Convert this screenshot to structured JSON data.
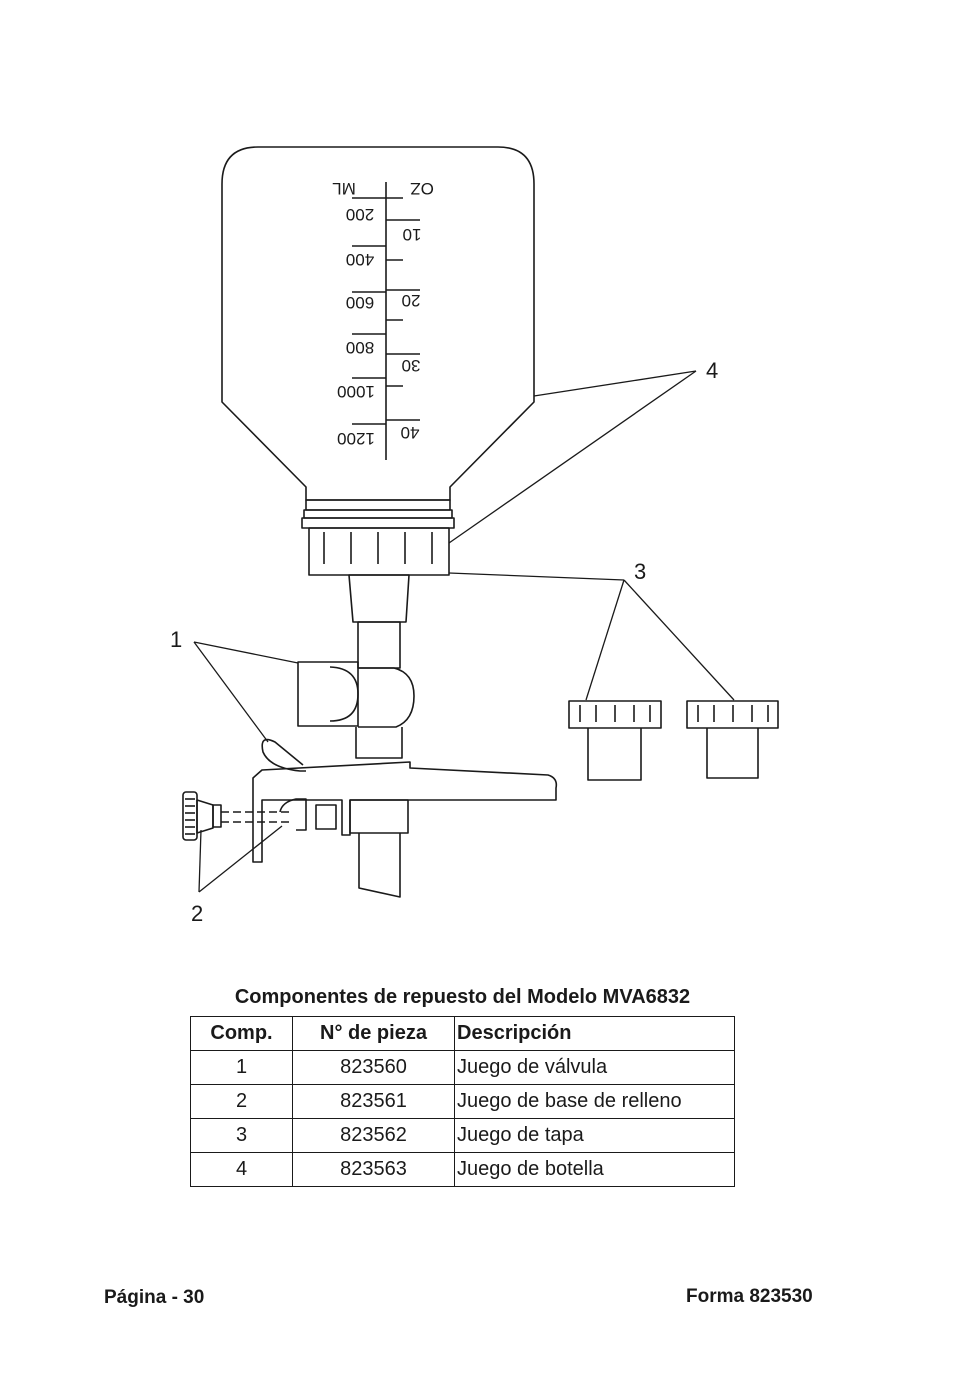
{
  "diagram": {
    "callouts": [
      "1",
      "2",
      "3",
      "4"
    ],
    "scale": {
      "ml_label": "ML",
      "oz_label": "OZ",
      "ml_marks": [
        "200",
        "400",
        "600",
        "800",
        "1000",
        "1200"
      ],
      "oz_marks": [
        "10",
        "20",
        "30",
        "40"
      ]
    }
  },
  "table": {
    "title": "Componentes de repuesto del Modelo MVA6832",
    "headers": {
      "comp": "Comp.",
      "part": "N° de pieza",
      "desc": "Descripción"
    },
    "rows": [
      {
        "comp": "1",
        "part": "823560",
        "desc": "Juego de válvula"
      },
      {
        "comp": "2",
        "part": "823561",
        "desc": "Juego de base de relleno"
      },
      {
        "comp": "3",
        "part": "823562",
        "desc": "Juego de tapa"
      },
      {
        "comp": "4",
        "part": "823563",
        "desc": "Juego de botella"
      }
    ]
  },
  "footer": {
    "page": "Página - 30",
    "form": "Forma 823530"
  }
}
